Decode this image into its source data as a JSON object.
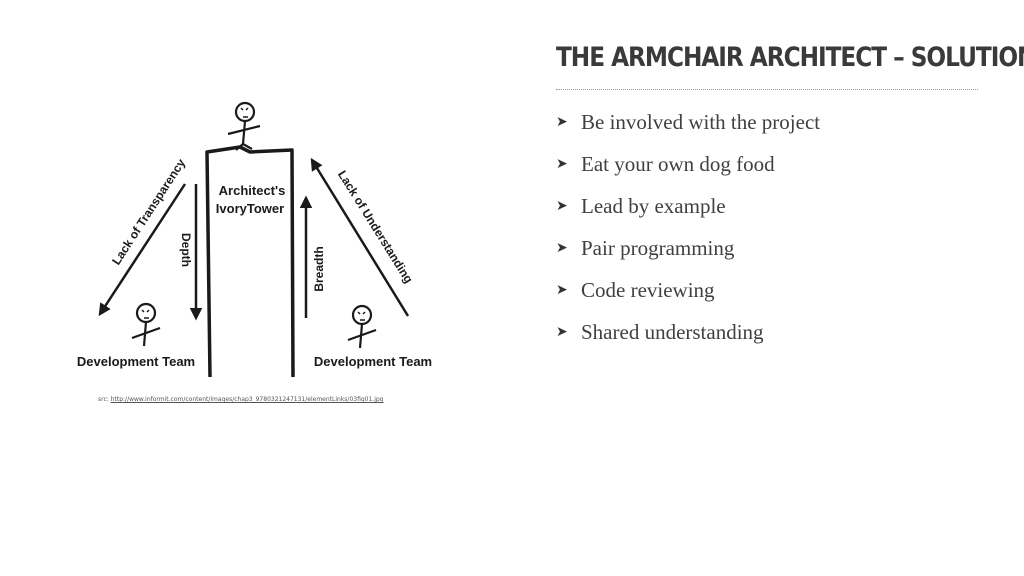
{
  "slide": {
    "title": "THE ARMCHAIR ARCHITECT – SOLUTION",
    "bullets": [
      "Be involved with the project",
      "Eat your own dog food",
      "Lead by example",
      "Pair programming",
      "Code reviewing",
      "Shared understanding"
    ],
    "bullet_icon": "arrowhead-bullet-icon"
  },
  "diagram": {
    "tower_label_line1": "Architect's",
    "tower_label_line2": "IvoryTower",
    "left_arrow_label": "Lack of Transparency",
    "depth_label": "Depth",
    "breadth_label": "Breadth",
    "right_arrow_label": "Lack of Understanding",
    "left_team_label": "Development Team",
    "right_team_label": "Development Team"
  },
  "source": {
    "prefix": "src:",
    "url": "http://www.informit.com/content/images/chap3_9780321247131/elementLinks/03fig01.jpg"
  }
}
